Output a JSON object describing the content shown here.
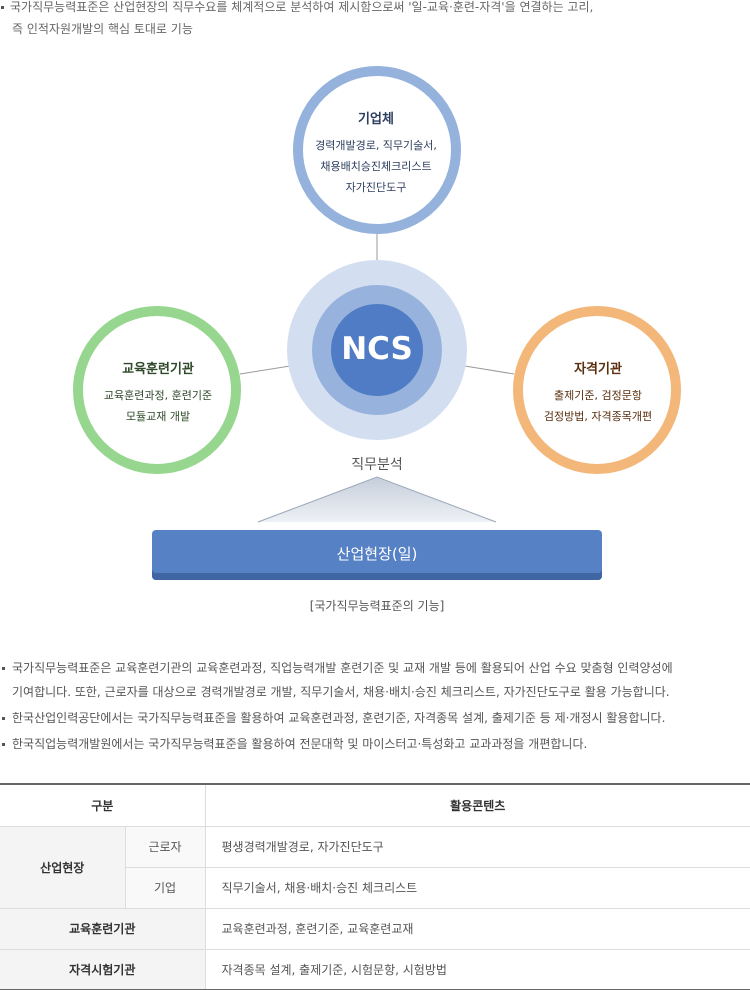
{
  "intro": {
    "line1": "국가직무능력표준은 산업현장의 직무수요를 체계적으로 분석하여 제시함으로써 '일-교육·훈련-자격'을 연결하는 고리,",
    "line2": "즉 인적자원개발의 핵심 토대로 기능"
  },
  "diagram": {
    "company": {
      "title": "기업체",
      "desc": [
        "경력개발경로, 직무기술서,",
        "채용배치승진체크리스트",
        "자가진단도구"
      ]
    },
    "education": {
      "title": "교육훈련기관",
      "desc": [
        "교육훈련과정, 훈련기준",
        "모듈교재 개발"
      ]
    },
    "certification": {
      "title": "자격기관",
      "desc": [
        "출제기준, 검정문항",
        "검정방법, 자격종목개편"
      ]
    },
    "center_label": "NCS",
    "analysis_label": "직무분석",
    "industry_label": "산업현장(일)",
    "caption": "[국가직무능력표준의 기능]",
    "colors": {
      "company_ring": "#94b2db",
      "education_ring": "#96d68f",
      "certification_ring": "#f4b77a",
      "ncs_outer": "#d3dff0",
      "ncs_mid": "#97b3dd",
      "ncs_inner": "#4f7cc4",
      "industry_bar": "#5681c4"
    }
  },
  "bullets": [
    {
      "lines": [
        "국가직무능력표준은 교육훈련기관의 교육훈련과정, 직업능력개발 훈련기준 및 교재 개발 등에 활용되어 산업 수요 맞춤형 인력양성에",
        "기여합니다. 또한, 근로자를 대상으로 경력개발경로 개발, 직무기술서, 채용·배치·승진 체크리스트, 자가진단도구로 활용 가능합니다."
      ]
    },
    {
      "lines": [
        "한국산업인력공단에서는 국가직무능력표준을 활용하여 교육훈련과정, 훈련기준, 자격종목 설계, 출제기준 등 제·개정시 활용합니다."
      ]
    },
    {
      "lines": [
        "한국직업능력개발원에서는 국가직무능력표준을 활용하여 전문대학 및 마이스터고·특성화고 교과과정을 개편합니다."
      ]
    }
  ],
  "table": {
    "headers": [
      "구분",
      "활용콘텐츠"
    ],
    "rows": [
      {
        "category": "산업현장",
        "sub": "근로자",
        "content": "평생경력개발경로, 자가진단도구"
      },
      {
        "category": "",
        "sub": "기업",
        "content": "직무기술서, 채용·배치·승진 체크리스트"
      },
      {
        "category": "교육훈련기관",
        "sub": "",
        "content": "교육훈련과정, 훈련기준, 교육훈련교재"
      },
      {
        "category": "자격시험기관",
        "sub": "",
        "content": "자격종목 설계, 출제기준, 시험문항, 시험방법"
      }
    ]
  }
}
